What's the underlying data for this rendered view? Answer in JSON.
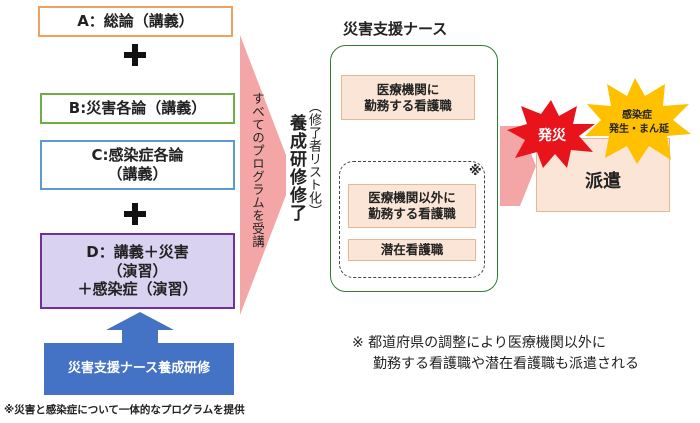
{
  "left_boxes": {
    "a": "A：総論（講義）",
    "b": "B:災害各論（講義）",
    "c_line1": "C:感染症各論",
    "c_line2": "（講義）",
    "d_line1": "D：講義＋災害",
    "d_line2": "（演習）",
    "d_line3": "＋感染症（演習）"
  },
  "training_label": "災害支援ナース養成研修",
  "footnote_left": "※災害と感染症について一体的なプログラムを提供",
  "funnel_text": "すべてのプログラムを受講",
  "completion": {
    "main": "養成研修修了",
    "sub": "（修了者リスト化）"
  },
  "nurse_section": {
    "title": "災害支援ナース",
    "hospital_line1": "医療機関に",
    "hospital_line2": "勤務する看護職",
    "mark": "※",
    "outside_line1": "医療機関以外に",
    "outside_line2": "勤務する看護職",
    "latent": "潜在看護職"
  },
  "dispatch": {
    "label": "派遣",
    "burst_disaster": "発災",
    "burst_infection_line1": "感染症",
    "burst_infection_line2": "発生・まん延"
  },
  "note_right": {
    "line1": "※ 都道府県の調整により医療機関以外に",
    "line2": "勤務する看護職や潜在看護職も派遣される"
  },
  "colors": {
    "box_a_border": "#f0a060",
    "box_b_border": "#70ad47",
    "box_c_border": "#5b9bd5",
    "box_d_border": "#7030a0",
    "box_d_fill": "#d9d2f0",
    "training_fill": "#4472c4",
    "funnel_fill": "#f4a6a6",
    "beige_fill": "#fbe5d6",
    "beige_border": "#e6b996",
    "panel_border": "#2e7d32",
    "burst_red": "#e8131b",
    "burst_yellow": "#ffc000"
  }
}
